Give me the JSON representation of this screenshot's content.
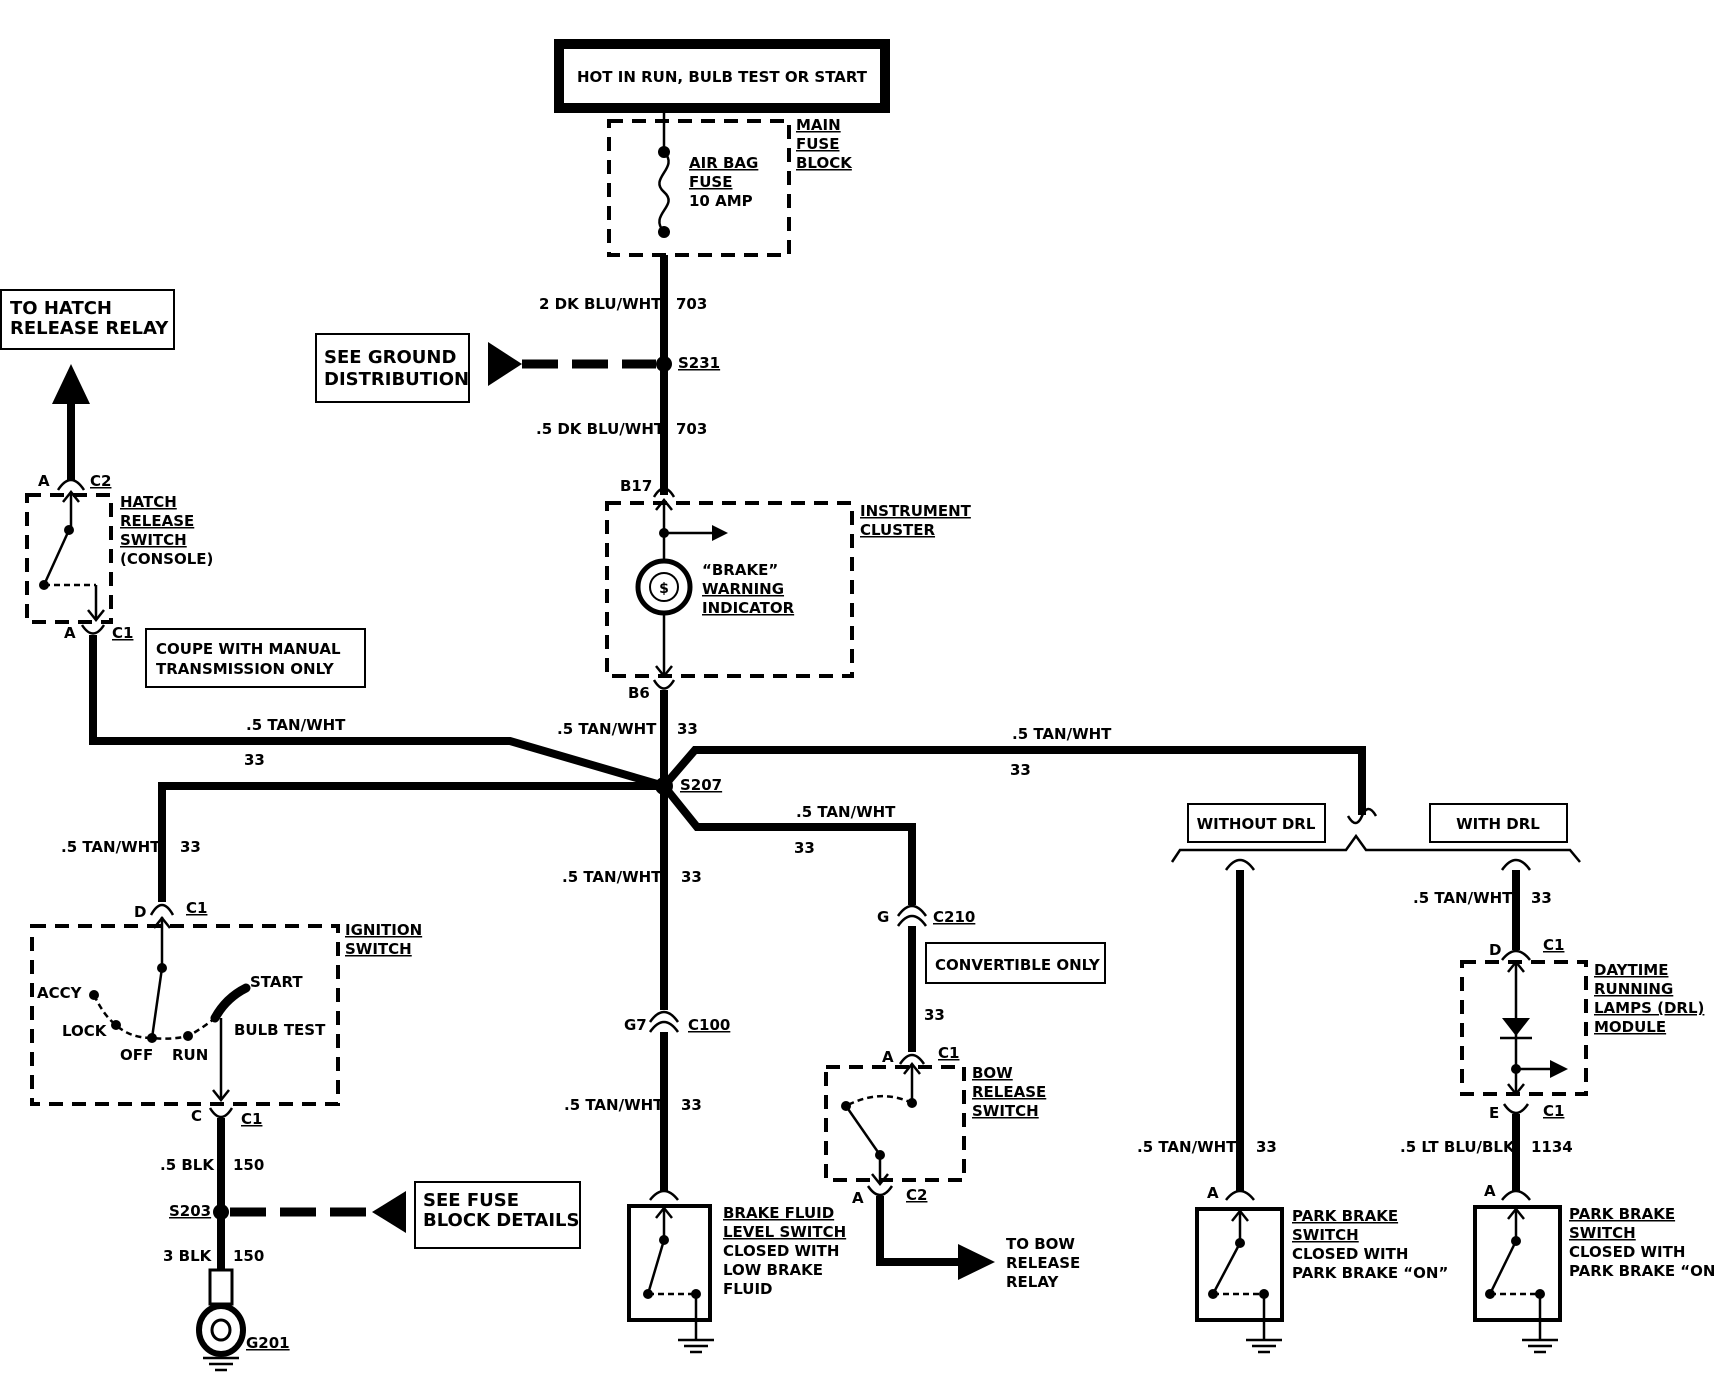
{
  "power": {
    "title": "HOT IN RUN, BULB TEST OR START"
  },
  "main_fuse_block": {
    "line1": "MAIN",
    "line2": "FUSE",
    "line3": "BLOCK"
  },
  "fuse": {
    "line1": "AIR BAG",
    "line2": "FUSE",
    "line3": "10 AMP"
  },
  "wires": {
    "w703_a": "2 DK BLU/WHT",
    "w703_a_num": "703",
    "w703_b": ".5 DK BLU/WHT",
    "w703_b_num": "703",
    "tan": ".5 TAN/WHT",
    "tan_num": "33",
    "blk_a": ".5 BLK",
    "blk_b": "3 BLK",
    "blk_num": "150",
    "ltblu": ".5 LT BLU/BLK",
    "ltblu_num": "1134"
  },
  "splices": {
    "s231": "S231",
    "s207": "S207",
    "s203": "S203",
    "g201": "G201"
  },
  "boxes": {
    "ground_dist_1": "SEE GROUND",
    "ground_dist_2": "DISTRIBUTION",
    "hatch_relay_1": "TO HATCH",
    "hatch_relay_2": "RELEASE RELAY",
    "coupe_1": "COUPE WITH  MANUAL",
    "coupe_2": "TRANSMISSION ONLY",
    "convertible": "CONVERTIBLE ONLY",
    "fuse_details_1": "SEE FUSE",
    "fuse_details_2": "BLOCK DETAILS",
    "without_drl": "WITHOUT DRL",
    "with_drl": "WITH DRL"
  },
  "connectors": {
    "b17": "B17",
    "b6": "B6",
    "a": "A",
    "c1": "C1",
    "c2": "C2",
    "d": "D",
    "c": "C",
    "g": "G",
    "g7": "G7",
    "c100": "C100",
    "c210": "C210",
    "e": "E"
  },
  "cluster": {
    "line1": "INSTRUMENT",
    "line2": "CLUSTER",
    "ind1": "“BRAKE”",
    "ind2": "WARNING",
    "ind3": "INDICATOR"
  },
  "hatch_switch": {
    "line1": "HATCH",
    "line2": "RELEASE",
    "line3": "SWITCH",
    "line4": "(CONSOLE)"
  },
  "ignition": {
    "line1": "IGNITION",
    "line2": "SWITCH",
    "accy": "ACCY",
    "lock": "LOCK",
    "off": "OFF",
    "run": "RUN",
    "start": "START",
    "bulb": "BULB TEST"
  },
  "bow_switch": {
    "line1": "BOW",
    "line2": "RELEASE",
    "line3": "SWITCH"
  },
  "bow_relay": {
    "line1": "TO BOW",
    "line2": "RELEASE",
    "line3": "RELAY"
  },
  "brake_fluid": {
    "line1": "BRAKE FLUID",
    "line2": "LEVEL SWITCH",
    "line3": "CLOSED WITH",
    "line4": "LOW BRAKE",
    "line5": "FLUID"
  },
  "park_brake": {
    "line1": "PARK BRAKE",
    "line2": "SWITCH",
    "line3": "CLOSED WITH",
    "line4": "PARK BRAKE “ON”"
  },
  "drl_module": {
    "line1": "DAYTIME",
    "line2": "RUNNING",
    "line3": "LAMPS (DRL)",
    "line4": "MODULE"
  }
}
